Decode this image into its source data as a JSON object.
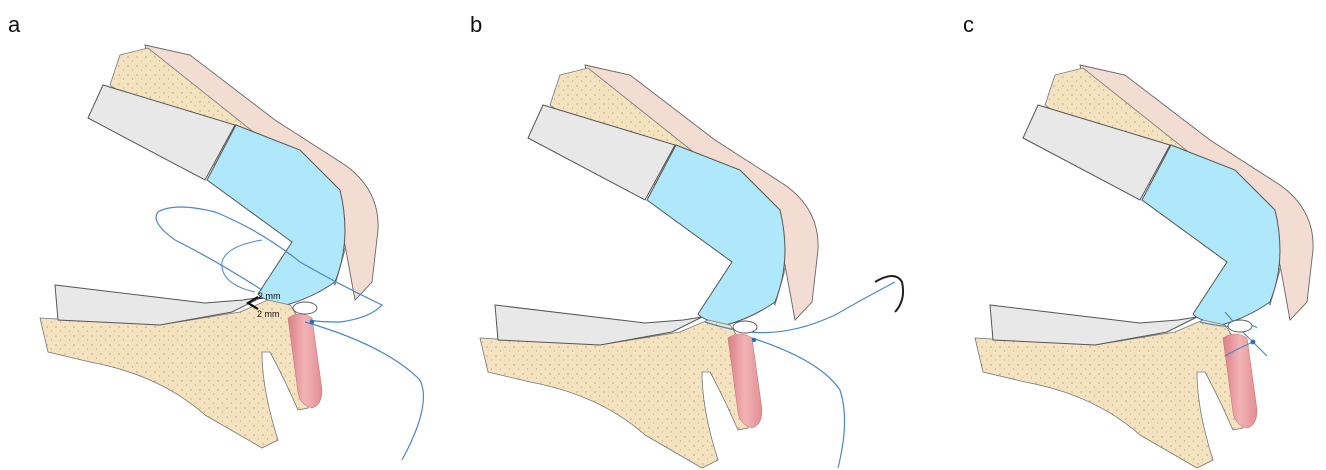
{
  "panels": [
    {
      "label": "a",
      "annotations": [
        "2 mm",
        "2 mm"
      ]
    },
    {
      "label": "b"
    },
    {
      "label": "c"
    }
  ],
  "colors": {
    "graft_cyan": "#aee8fa",
    "bone_beige": "#f5e2bf",
    "cartilage_gray": "#e6e6e6",
    "skin_pink": "#f3ddd2",
    "muscle_red": "#e99a9e",
    "suture_blue": "#4a86c8",
    "outline": "#555555"
  },
  "icons": [
    "needle-icon"
  ]
}
